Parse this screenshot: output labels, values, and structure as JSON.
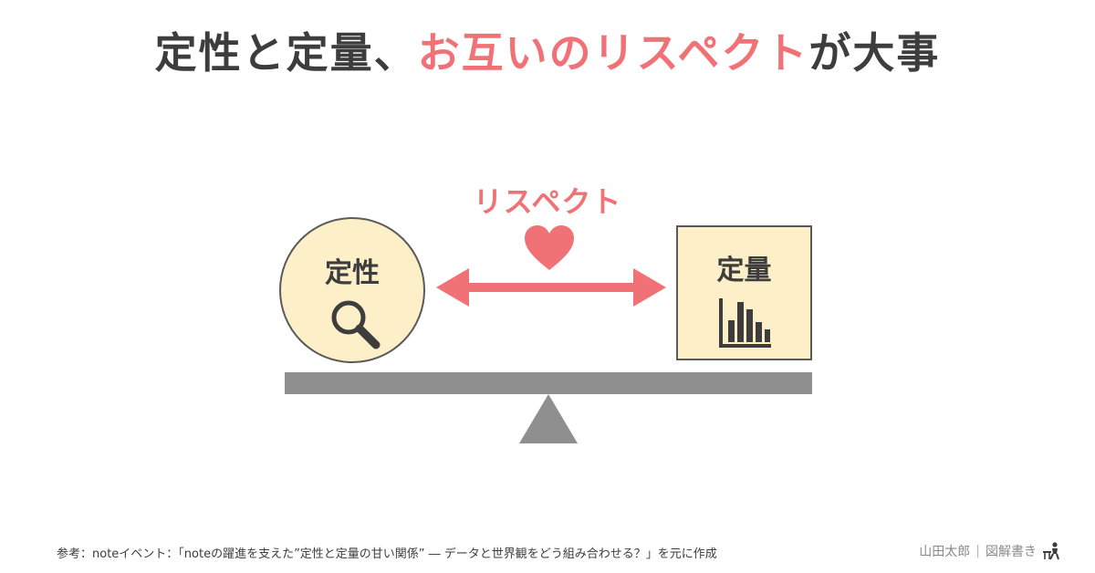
{
  "title": {
    "part1": "定性と定量、",
    "part2": "お互いのリスペクト",
    "part3": "が大事"
  },
  "diagram": {
    "respect_label": "リスペクト",
    "qualitative_label": "定性",
    "quantitative_label": "定量",
    "qualitative_icon": "magnifier-icon",
    "quantitative_icon": "bar-chart-icon",
    "heart_icon": "heart-icon",
    "colors": {
      "accent": "#f07277",
      "fill": "#fdf0c8",
      "beam": "#8f8f8f",
      "text": "#3d3d3d"
    }
  },
  "footer": {
    "reference": "参考：noteイベント：「noteの躍進を支えた”定性と定量の甘い関係” ― データと世界観をどう組み合わせる？」を元に作成",
    "author": "山田太郎",
    "separator": "|",
    "brand": "図解書き",
    "brand_icon": "person-at-desk-icon"
  }
}
